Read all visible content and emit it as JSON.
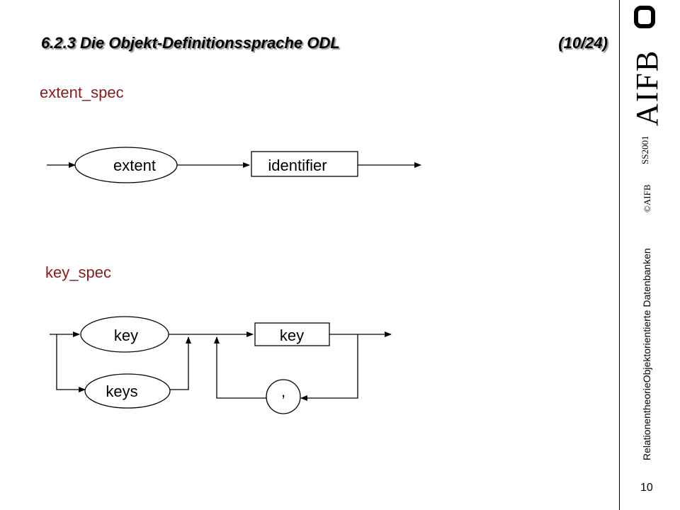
{
  "slide": {
    "title": "6.2.3  Die Objekt-Definitionssprache ODL",
    "page_indicator": "(10/24)",
    "page_number": "10"
  },
  "extent_spec": {
    "label": "extent_spec",
    "nodes": {
      "extent": "extent",
      "identifier": "identifier"
    }
  },
  "key_spec": {
    "label": "key_spec",
    "nodes": {
      "key_terminal": "key",
      "keys_terminal": "keys",
      "key_box": "key",
      "comma": ","
    }
  },
  "sidebar": {
    "course": "RelationentheorieObjektorientierte Datenbanken",
    "copyright": "©AIFB",
    "semester": "SS2001",
    "logo": "AIFB"
  }
}
